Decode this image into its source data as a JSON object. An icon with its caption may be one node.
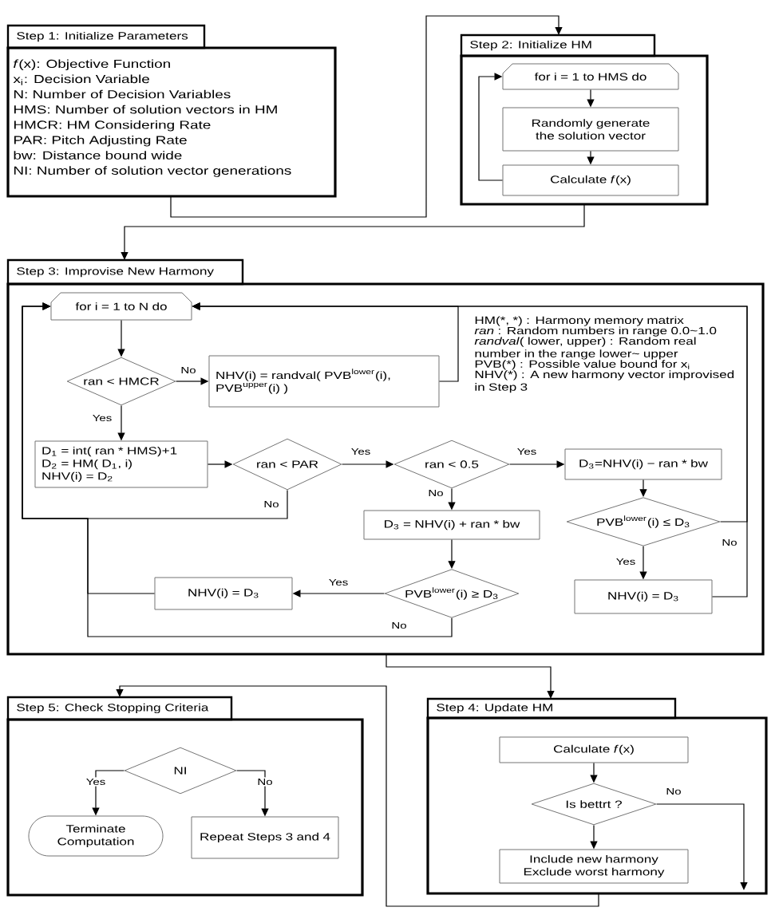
{
  "diagram": {
    "nodes": [
      {
        "text": [
          "Step 1: Initialize Parameters",
          "*f*(x): Objective Function",
          "x$_{i}$: Decision Variable",
          "N: Number of Decision Variables",
          "HMS: Number of solution vectors in HM",
          "HMCR: HM Considering Rate",
          "PAR: Pitch Adjusting Rate",
          "bw: Distance bound wide",
          "NI: Number of solution vector generations"
        ]
      },
      {
        "text": [
          "Step 2: Initialize HM"
        ]
      },
      {
        "text": [
          "for i = 1 to HMS do"
        ],
        "in": 1
      },
      {
        "text": [
          "Randomly generate the solution vector"
        ],
        "in": 1
      },
      {
        "text": [
          "Calculate *f*(x)"
        ],
        "in": 1
      },
      {
        "text": [
          "Step 3: Improvise New Harmony"
        ]
      },
      {
        "text": [
          "for i = 1 to N do"
        ],
        "in": 5
      },
      {
        "text": [
          "ran < HMCR"
        ],
        "in": 5
      },
      {
        "text": [
          "NHV(i) = randval( PVB$^{lower}$(i), PVB$^{upper}$(i) )"
        ],
        "in": 5
      },
      {
        "text": [
          "D$_{1}$ = int( ran * HMS)+1",
          "D$_{2}$ = HM( D$_{1}$, i)",
          "NHV(i) = D$_{2}$"
        ],
        "in": 5
      },
      {
        "text": [
          "ran < PAR"
        ],
        "in": 5
      },
      {
        "text": [
          "ran < 0.5"
        ],
        "in": 5
      },
      {
        "text": [
          "D$_{3}$=NHV(i) − ran * bw"
        ],
        "in": 5
      },
      {
        "text": [
          "PVB$^{lower}$(i) ≤ D$_{3}$"
        ],
        "in": 5
      },
      {
        "text": [
          "NHV(i) = D$_{3}$"
        ],
        "in": 5
      },
      {
        "text": [
          "D$_{3}$ = NHV(i) + ran * bw"
        ],
        "in": 5
      },
      {
        "text": [
          "PVB$^{lower}$(i) ≥ D$_{3}$"
        ],
        "in": 5
      },
      {
        "text": [
          "NHV(i) = D$_{3}$"
        ],
        "in": 5
      },
      {
        "text": [
          "Step 5: Check Stopping Criteria"
        ]
      },
      {
        "text": [
          "NI"
        ],
        "in": 18
      },
      {
        "text": [
          "Terminate Computation"
        ],
        "in": 18
      },
      {
        "text": [
          "Repeat Steps 3 and 4"
        ],
        "in": 18
      },
      {
        "text": [
          "Step 4: Update HM"
        ]
      },
      {
        "text": [
          "Calculate *f*(x)"
        ],
        "in": 22
      },
      {
        "text": [
          "Is bettrt ?"
        ],
        "in": 22
      },
      {
        "text": [
          "Include new harmony",
          "Exclude worst harmony"
        ],
        "in": 22
      }
    ],
    "edges": [
      {
        "from": 0,
        "to": 1,
        "arrow": "to"
      },
      {
        "from": 2,
        "to": 3,
        "arrow": "to"
      },
      {
        "from": 3,
        "to": 4,
        "arrow": "to"
      },
      {
        "from": 4,
        "to": 2,
        "arrow": "to"
      },
      {
        "from": 1,
        "to": 5,
        "arrow": "to"
      },
      {
        "from": 6,
        "to": 7,
        "arrow": "to"
      },
      {
        "from": 7,
        "to": 8,
        "arrow": "to",
        "label": "No"
      },
      {
        "from": 8,
        "to": 6,
        "arrow": "to"
      },
      {
        "from": 7,
        "to": 9,
        "arrow": "to",
        "label": "Yes"
      },
      {
        "from": 9,
        "to": 10,
        "arrow": "to"
      },
      {
        "from": 10,
        "to": 11,
        "arrow": "to",
        "label": "Yes"
      },
      {
        "from": 10,
        "to": 6,
        "arrow": "to",
        "label": "No"
      },
      {
        "from": 11,
        "to": 12,
        "arrow": "to",
        "label": "Yes"
      },
      {
        "from": 11,
        "to": 15,
        "arrow": "to",
        "label": "No"
      },
      {
        "from": 12,
        "to": 13,
        "arrow": "to"
      },
      {
        "from": 13,
        "to": 14,
        "arrow": "to",
        "label": "Yes"
      },
      {
        "from": 13,
        "to": 6,
        "arrow": "to",
        "label": "No"
      },
      {
        "from": 14,
        "to": 6,
        "arrow": "to"
      },
      {
        "from": 15,
        "to": 16,
        "arrow": "to"
      },
      {
        "from": 16,
        "to": 17,
        "arrow": "to",
        "label": "Yes"
      },
      {
        "from": 16,
        "to": 6,
        "arrow": "to",
        "label": "No"
      },
      {
        "from": 17,
        "to": 6,
        "arrow": "to"
      },
      {
        "from": 5,
        "to": 22,
        "arrow": "to"
      },
      {
        "from": 22,
        "to": 18,
        "arrow": "to"
      },
      {
        "from": 19,
        "to": 20,
        "arrow": "to",
        "label": "Yes"
      },
      {
        "from": 19,
        "to": 21,
        "arrow": "to",
        "label": "No"
      },
      {
        "from": 23,
        "to": 24,
        "arrow": "to"
      },
      {
        "from": 24,
        "to": 25,
        "arrow": "to"
      },
      {
        "from": 24,
        "to": null,
        "arrow": "to",
        "label": "No"
      }
    ],
    "labels": [
      "HM(*, *) : Harmony memory matrix",
      "*ran* : Random numbers in range 0.0~1.0",
      "*randval*( lower, upper) : Random real number in the range lower~ upper",
      "PVB(*) : Possible value bound for x$_{i}$",
      "NHV(*) : A new harmony vector improvised in Step 3"
    ]
  }
}
